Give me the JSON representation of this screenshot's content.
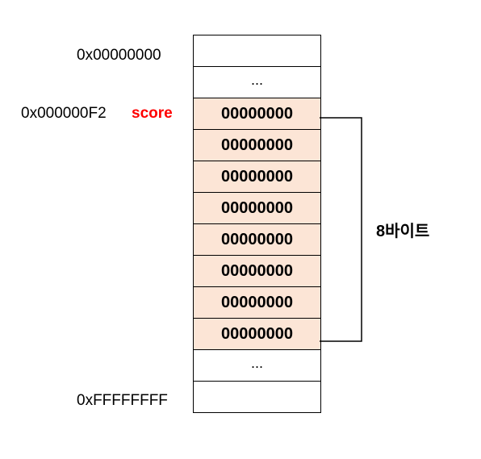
{
  "addresses": {
    "start": "0x00000000",
    "variable": "0x000000F2",
    "end": "0xFFFFFFFF"
  },
  "variable": {
    "name": "score",
    "color": "#ff0000"
  },
  "memory": {
    "ellipsis": "...",
    "bytes": [
      "00000000",
      "00000000",
      "00000000",
      "00000000",
      "00000000",
      "00000000",
      "00000000",
      "00000000"
    ],
    "byte_fill": "#fce5d6"
  },
  "size_label": "8바이트"
}
